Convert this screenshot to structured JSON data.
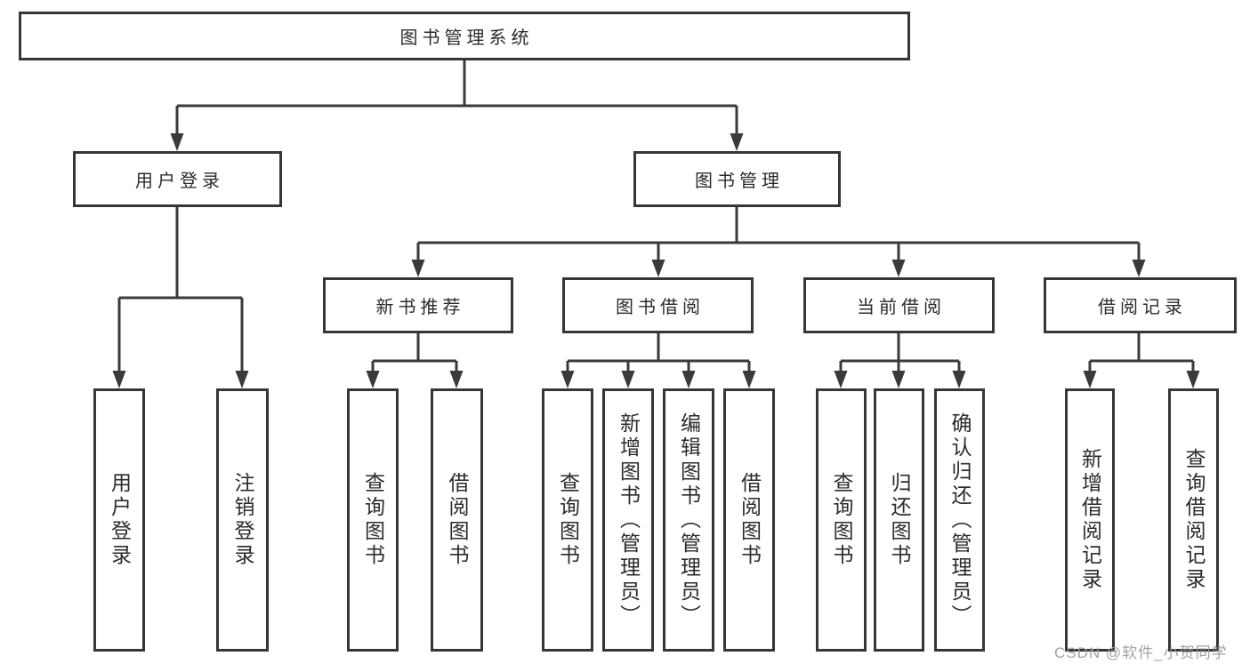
{
  "diagram_title": "图书管理系统",
  "watermark": "CSDN @软件_小贺同学",
  "colors": {
    "line": "#3a3a3a",
    "border": "#363636",
    "text": "#2b2b2b",
    "watermark": "#9b9b9b",
    "background": "#ffffff"
  },
  "nodes": {
    "root": {
      "label": "图书管理系统",
      "children": [
        "user_login",
        "book_mgmt"
      ]
    },
    "user_login": {
      "label": "用户登录",
      "children": [
        "login",
        "logout"
      ]
    },
    "book_mgmt": {
      "label": "图书管理",
      "children": [
        "new_book_rec",
        "book_borrow",
        "current_borrow",
        "borrow_records"
      ]
    },
    "login": {
      "label": "用户登录"
    },
    "logout": {
      "label": "注销登录"
    },
    "new_book_rec": {
      "label": "新书推荐",
      "children": [
        "rec_query_books",
        "rec_borrow_books"
      ]
    },
    "book_borrow": {
      "label": "图书借阅",
      "children": [
        "bb_query_books",
        "bb_add_books",
        "bb_edit_books",
        "bb_borrow_books"
      ]
    },
    "current_borrow": {
      "label": "当前借阅",
      "children": [
        "cb_query_books",
        "cb_return_books",
        "cb_confirm_return"
      ]
    },
    "borrow_records": {
      "label": "借阅记录",
      "children": [
        "br_add_record",
        "br_query_record"
      ]
    },
    "rec_query_books": {
      "label": "查询图书"
    },
    "rec_borrow_books": {
      "label": "借阅图书"
    },
    "bb_query_books": {
      "label": "查询图书"
    },
    "bb_add_books": {
      "label": "新增图书（管理员）"
    },
    "bb_edit_books": {
      "label": "编辑图书（管理员）"
    },
    "bb_borrow_books": {
      "label": "借阅图书"
    },
    "cb_query_books": {
      "label": "查询图书"
    },
    "cb_return_books": {
      "label": "归还图书"
    },
    "cb_confirm_return": {
      "label": "确认归还（管理员）"
    },
    "br_add_record": {
      "label": "新增借阅记录"
    },
    "br_query_record": {
      "label": "查询借阅记录"
    }
  }
}
